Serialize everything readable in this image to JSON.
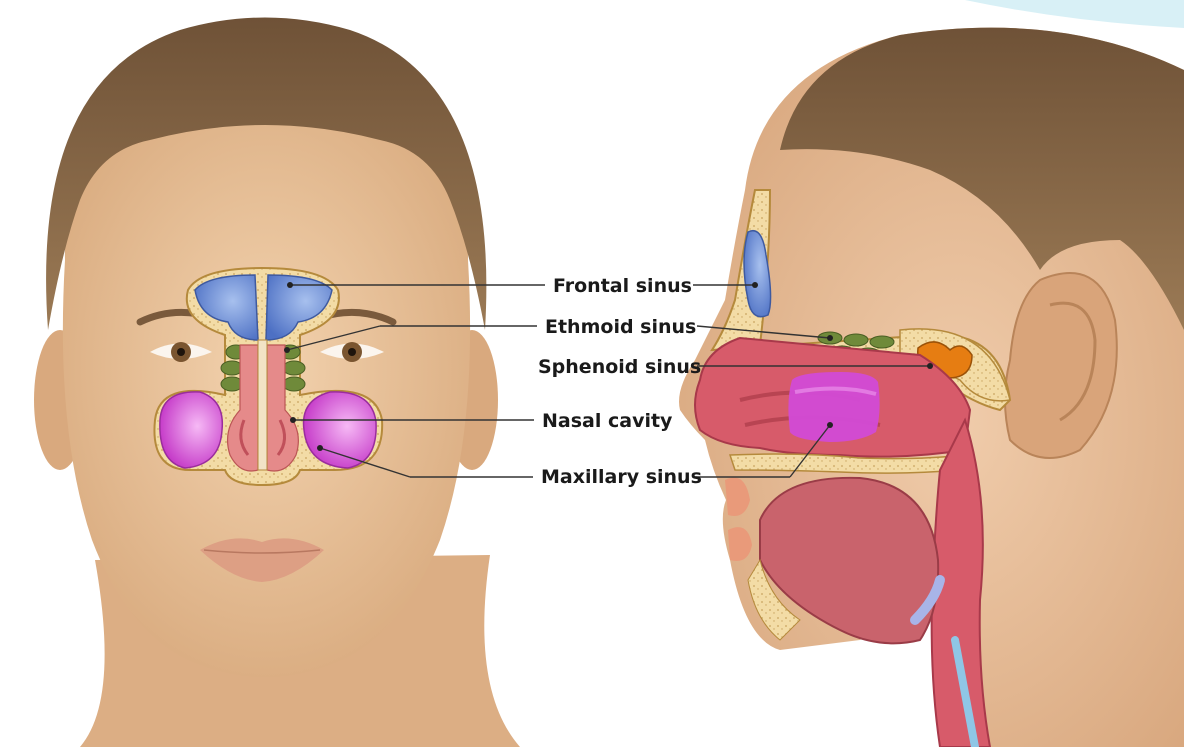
{
  "labels": {
    "frontal_sinus": "Frontal sinus",
    "ethmoid_sinus": "Ethmoid sinus",
    "sphenoid_sinus": "Sphenoid sinus",
    "nasal_cavity": "Nasal cavity",
    "maxillary_sinus": "Maxillary sinus"
  },
  "colors": {
    "skin": "#e9c49c",
    "skin_shadow": "#d9ad82",
    "hair": "#8a6a48",
    "frontal_sinus": "#5b7fd0",
    "ethmoid_sinus": "#6f8a3a",
    "sphenoid_sinus": "#e67d12",
    "maxillary_sinus": "#d24bd6",
    "nasal_cavity": "#e8858c",
    "bone": "#efd59a",
    "tissue": "#d75b6a",
    "leader_line": "#333333"
  }
}
